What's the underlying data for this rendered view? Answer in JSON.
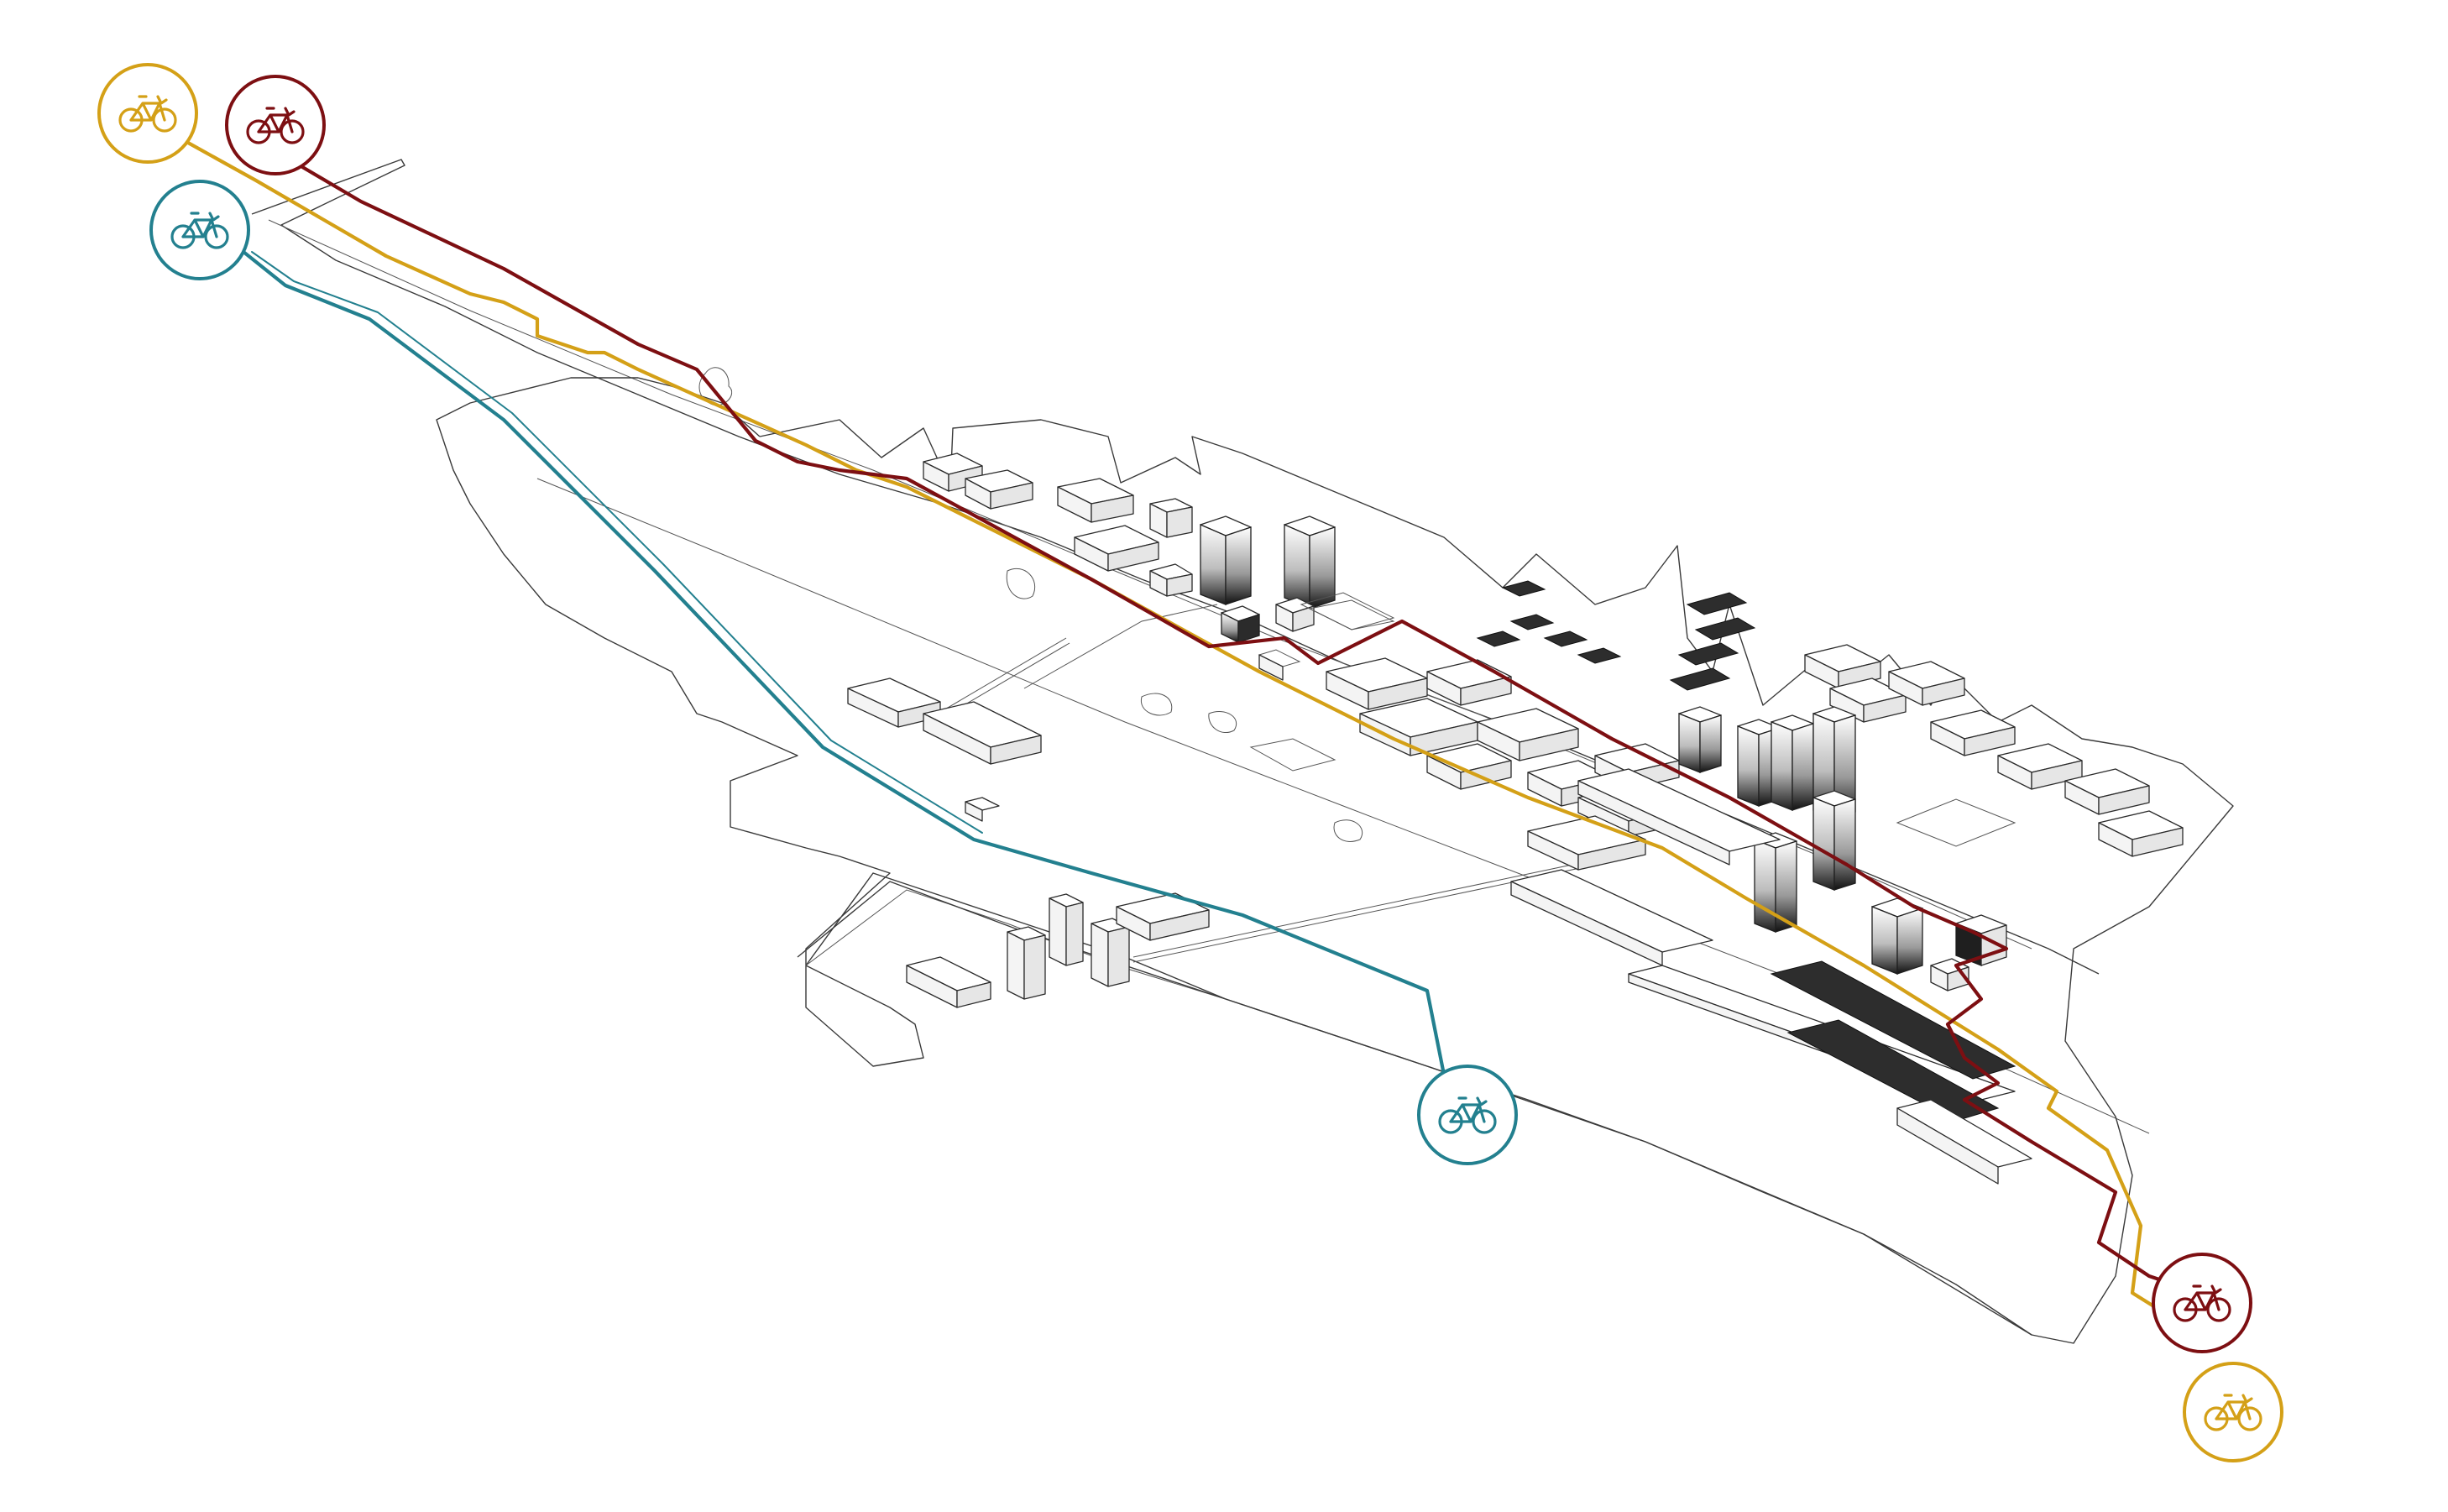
{
  "colors": {
    "route_gold": "#d4a017",
    "route_red": "#7d0f12",
    "route_teal": "#23808f",
    "linework": "#3a3a3a"
  },
  "routes": [
    {
      "id": "gold",
      "color": "#d4a017",
      "icon": "bicycle-icon"
    },
    {
      "id": "red",
      "color": "#7d0f12",
      "icon": "bicycle-icon"
    },
    {
      "id": "teal",
      "color": "#23808f",
      "icon": "bicycle-icon"
    }
  ],
  "markers": [
    {
      "id": "gold-start",
      "route": "gold",
      "icon": "bicycle-icon"
    },
    {
      "id": "red-start",
      "route": "red",
      "icon": "bicycle-icon"
    },
    {
      "id": "teal-start",
      "route": "teal",
      "icon": "bicycle-icon"
    },
    {
      "id": "teal-end",
      "route": "teal",
      "icon": "bicycle-icon"
    },
    {
      "id": "red-end",
      "route": "red",
      "icon": "bicycle-icon"
    },
    {
      "id": "gold-end",
      "route": "gold",
      "icon": "bicycle-icon"
    }
  ]
}
